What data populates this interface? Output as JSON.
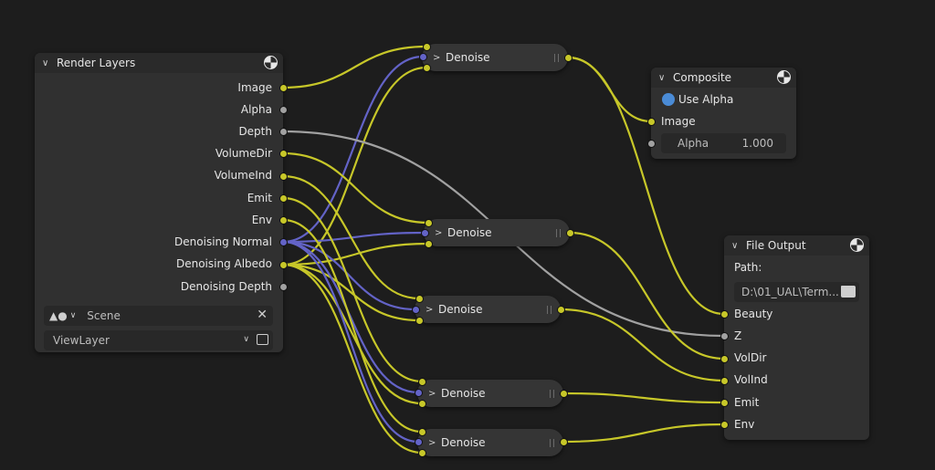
{
  "colors": {
    "background": "#1d1d1d",
    "node_body": "#303030",
    "socket_color": "#c7c729",
    "socket_vector": "#6363c7",
    "socket_float": "#a1a1a1",
    "checkbox_on": "#4a8bd6"
  },
  "render_layers": {
    "title": "Render Layers",
    "header_icon": "render-engine-icon",
    "outputs": [
      "Image",
      "Alpha",
      "Depth",
      "VolumeDir",
      "VolumeInd",
      "Emit",
      "Env",
      "Denoising Normal",
      "Denoising Albedo",
      "Denoising Depth"
    ],
    "scene_label": "Scene",
    "scene_icon": "scene-icon",
    "clear_icon": "close-icon",
    "view_layer": "ViewLayer",
    "view_layer_dropdown_icon": "chevron-down-icon",
    "view_layer_browse_icon": "render-result-icon"
  },
  "denoise_nodes": [
    {
      "title": "Denoise"
    },
    {
      "title": "Denoise"
    },
    {
      "title": "Denoise"
    },
    {
      "title": "Denoise"
    },
    {
      "title": "Denoise"
    }
  ],
  "composite": {
    "title": "Composite",
    "use_alpha_label": "Use Alpha",
    "use_alpha_checked": true,
    "image_label": "Image",
    "alpha_label": "Alpha",
    "alpha_value": "1.000"
  },
  "file_output": {
    "title": "File Output",
    "path_label": "Path:",
    "path_value": "D:\\01_UAL\\Term...",
    "folder_icon": "folder-icon",
    "inputs": [
      "Beauty",
      "Z",
      "VolDir",
      "VolInd",
      "Emit",
      "Env"
    ]
  }
}
